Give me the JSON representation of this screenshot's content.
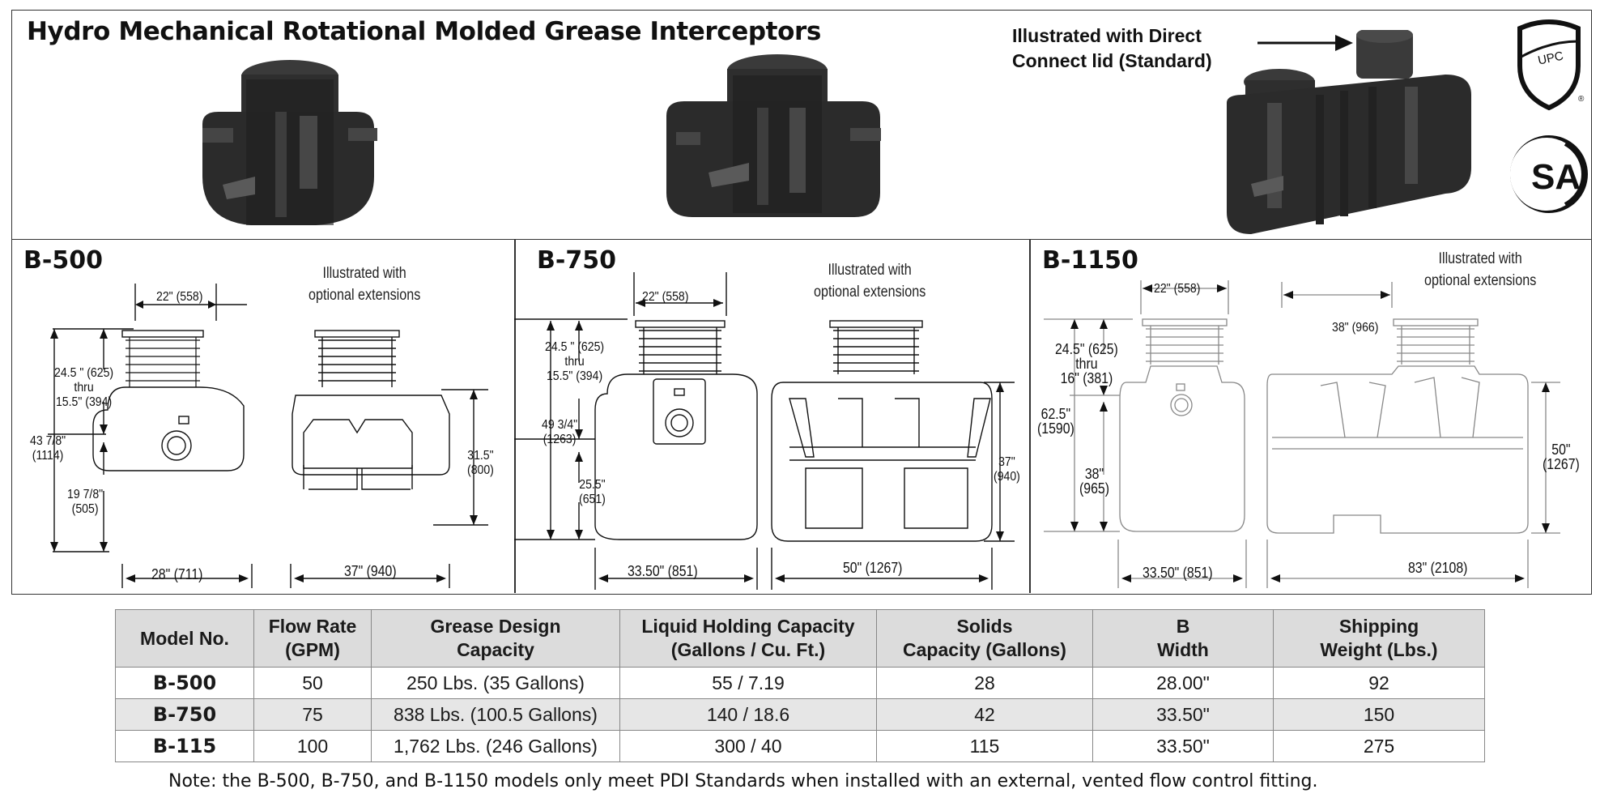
{
  "title": "Hydro Mechanical Rotational Molded Grease Interceptors",
  "callout": {
    "line1": "Illustrated with Direct",
    "line2": "Connect lid (Standard)"
  },
  "logos": {
    "upc_text": "UPC",
    "csa_text": "SA"
  },
  "b500": {
    "name": "B-500",
    "note1": "Illustrated with",
    "note2": "optional extensions",
    "dims": {
      "top_width": "22\" (558)",
      "ext_a": "24.5 \" (625)",
      "ext_b": "thru",
      "ext_c": "15.5\" (394)",
      "total_a": "43 7/8\"",
      "total_b": "(1114)",
      "inlet_a": "19 7/8\"",
      "inlet_b": "(505)",
      "body_a": "31.5\"",
      "body_b": "(800)",
      "width": "28\" (711)",
      "length": "37\" (940)"
    }
  },
  "b750": {
    "name": "B-750",
    "note1": "Illustrated with",
    "note2": "optional extensions",
    "dims": {
      "top_width": "22\" (558)",
      "ext_a": "24.5 \" (625)",
      "ext_b": "thru",
      "ext_c": "15.5\" (394)",
      "total_a": "49 3/4\"",
      "total_b": "(1263)",
      "inlet_a": "25.5\"",
      "inlet_b": "(651)",
      "body_a": "37\"",
      "body_b": "(940)",
      "width": "33.50\" (851)",
      "length": "50\" (1267)"
    }
  },
  "b1150": {
    "name": "B-1150",
    "note1": "Illustrated with",
    "note2": "optional extensions",
    "dims": {
      "top_width": "22\" (558)",
      "span": "38\" (966)",
      "ext_a": "24.5\" (625)",
      "ext_b": "thru",
      "ext_c": "16\" (381)",
      "total_a": "62.5\"",
      "total_b": "(1590)",
      "inlet_a": "38\"",
      "inlet_b": "(965)",
      "body_a": "50\"",
      "body_b": "(1267)",
      "width": "33.50\" (851)",
      "length": "83\" (2108)"
    }
  },
  "table": {
    "headers": [
      [
        "Model No.",
        ""
      ],
      [
        "Flow Rate",
        "(GPM)"
      ],
      [
        "Grease Design",
        "Capacity"
      ],
      [
        "Liquid Holding Capacity",
        "(Gallons / Cu. Ft.)"
      ],
      [
        "Solids",
        "Capacity (Gallons)"
      ],
      [
        "B",
        "Width"
      ],
      [
        "Shipping",
        "Weight (Lbs.)"
      ]
    ],
    "rows": [
      [
        "B-500",
        "50",
        "250 Lbs. (35 Gallons)",
        "55 / 7.19",
        "28",
        "28.00\"",
        "92"
      ],
      [
        "B-750",
        "75",
        "838 Lbs. (100.5 Gallons)",
        "140 / 18.6",
        "42",
        "33.50\"",
        "150"
      ],
      [
        "B-115",
        "100",
        "1,762 Lbs. (246 Gallons)",
        "300 / 40",
        "115",
        "33.50\"",
        "275"
      ]
    ]
  },
  "footnote": "Note: the B-500, B-750, and B-1150 models only meet PDI Standards when installed with an external, vented flow control fitting.",
  "colors": {
    "render": "#2b2b2b",
    "table_header": "#dcdcdc",
    "row_shade": "#e6e6e6",
    "border": "#333333"
  }
}
